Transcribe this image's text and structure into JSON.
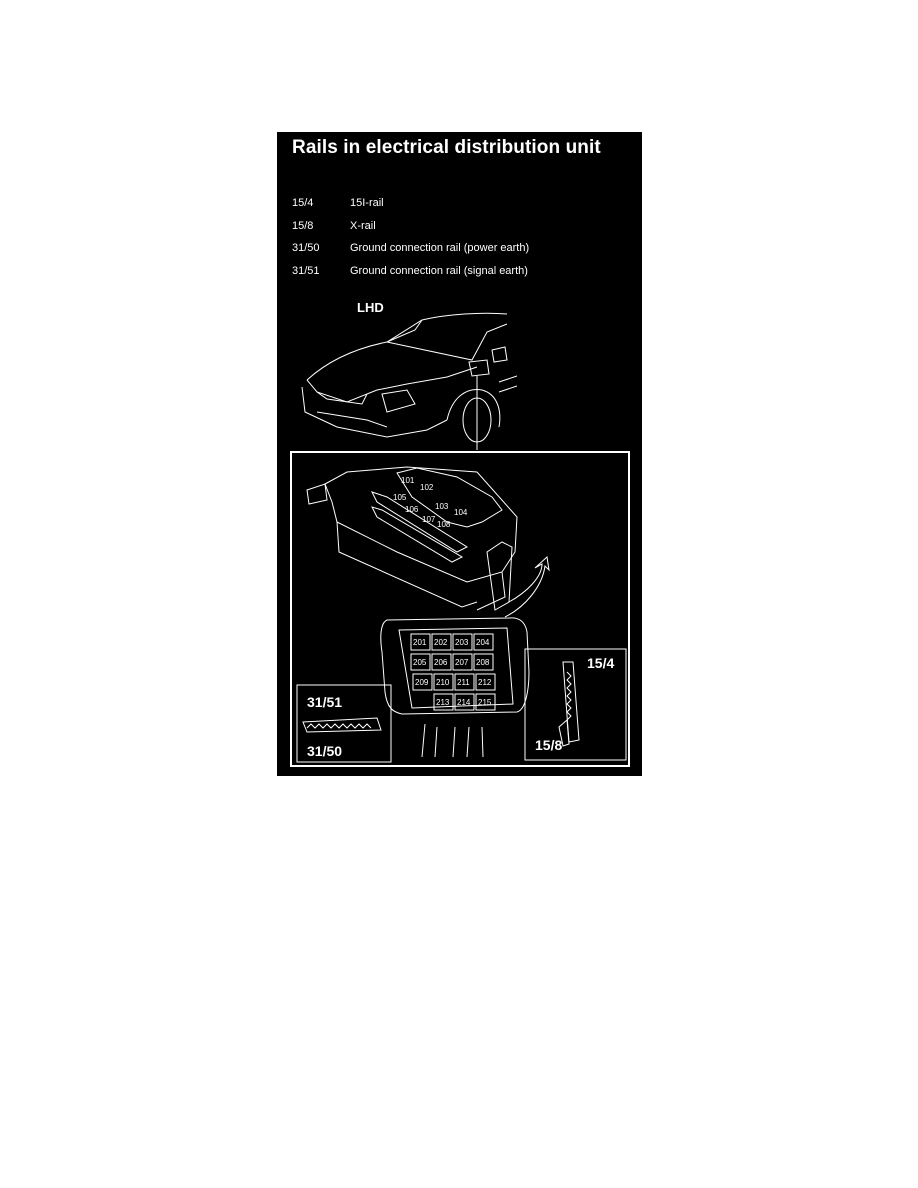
{
  "document": {
    "title": "Rails in electrical distribution unit",
    "legend": [
      {
        "code": "15/4",
        "description": "15I-rail"
      },
      {
        "code": "15/8",
        "description": "X-rail"
      },
      {
        "code": "31/50",
        "description": "Ground connection rail (power earth)"
      },
      {
        "code": "31/51",
        "description": "Ground connection rail (signal earth)"
      }
    ],
    "vehicle_label": "LHD",
    "upper_unit_fuses": [
      "101",
      "102",
      "103",
      "104",
      "105",
      "106",
      "107",
      "108"
    ],
    "lower_unit_fuses": [
      "201",
      "202",
      "203",
      "204",
      "205",
      "206",
      "207",
      "208",
      "209",
      "210",
      "211",
      "212",
      "213",
      "214",
      "215"
    ],
    "inset_labels": {
      "ground_signal": "31/51",
      "ground_power": "31/50",
      "rail_15_4": "15/4",
      "rail_15_8": "15/8"
    },
    "colors": {
      "background": "#000000",
      "foreground": "#ffffff",
      "page": "#ffffff"
    }
  }
}
